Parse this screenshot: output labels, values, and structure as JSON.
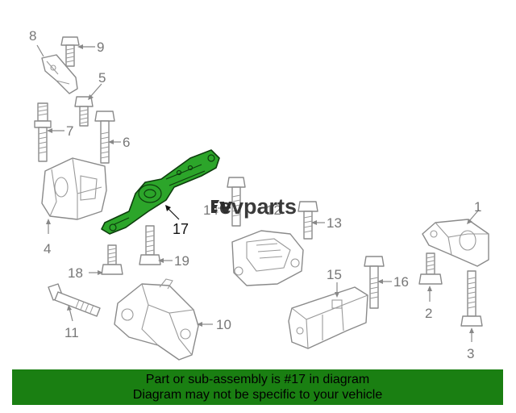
{
  "callouts": [
    "1",
    "2",
    "3",
    "4",
    "5",
    "6",
    "7",
    "8",
    "9",
    "10",
    "11",
    "12",
    "13",
    "14",
    "15",
    "16",
    "17",
    "18",
    "19"
  ],
  "highlighted_part": "17",
  "highlight_color": "#2ca52a",
  "banner": {
    "line1": "Part or sub-assembly is #17 in diagram",
    "line2": "Diagram may not be specific to your vehicle",
    "background": "#1a7f12"
  },
  "watermark": {
    "text": "evparts",
    "icon": "ev-logo-icon"
  }
}
